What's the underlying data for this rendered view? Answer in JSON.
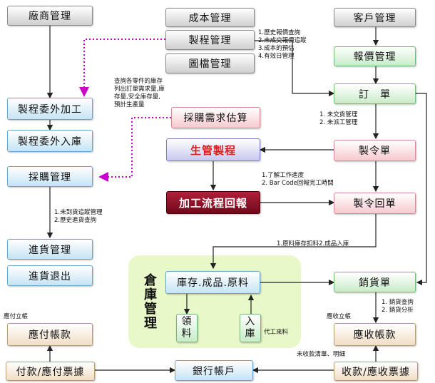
{
  "boxes": {
    "vendor_mgmt": "廠商管理",
    "cost_mgmt": "成本管理",
    "customer_mgmt": "客戶管理",
    "process_mgmt": "製程管理",
    "drawing_mgmt": "圖檔管理",
    "quote_mgmt": "報價管理",
    "order": "訂　單",
    "outsource_process": "製程委外加工",
    "outsource_receipt": "製程委外入庫",
    "purchase_calc": "採購需求估算",
    "production_process": "生管製程",
    "work_order": "製令單",
    "purchase_mgmt": "採購管理",
    "process_report": "加工流程回報",
    "work_order_return": "製令回單",
    "receiving_mgmt": "進貨管理",
    "receiving_return": "進貨退出",
    "inventory": "庫存.成品.原料",
    "sales_slip": "銷貨單",
    "material_issue": "領料",
    "stock_in": "入庫",
    "payable": "應付帳款",
    "receivable": "應收帳款",
    "payment": "付款/應付票據",
    "bank": "銀行帳戶",
    "collection": "收款/應收票據"
  },
  "warehouse_title": "倉庫管理",
  "notes": {
    "quote_notes": [
      "1.歷史報價查詢",
      "2.未成交報價追蹤",
      "3.成本的預估",
      "4.有效日管理"
    ],
    "purchase_query": [
      "查詢各零件的庫存",
      "列出訂單需求量,庫",
      "存量,安全庫存量,",
      "預計生產量"
    ],
    "order_notes": [
      "1. 未交貨管理",
      "2. 未派工管理"
    ],
    "progress_notes": [
      "1.了解工作進度",
      "2. Bar Code回報完工時間"
    ],
    "receiving_notes": [
      "1.未到貨追蹤管理",
      "2.歷史進貨查詢"
    ],
    "inventory_note": "1.原料庫存扣料2.成品入庫",
    "sales_notes": [
      "1. 銷貨查詢",
      "2. 銷貨分析"
    ],
    "payable_label": "應付立帳",
    "receivable_label": "應收立帳",
    "subcontract_label": "代工來料",
    "uncollected_label": "未收款清單、明細"
  },
  "colors": {
    "arrow": "#222222",
    "dotted_arrow": "#cc00cc",
    "warehouse_bg": "#e8f8c8"
  }
}
